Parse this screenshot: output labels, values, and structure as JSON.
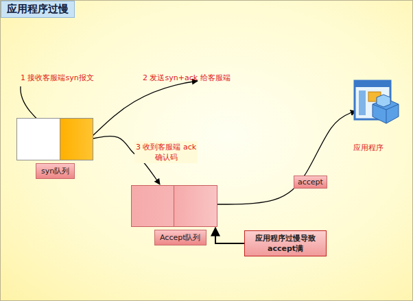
{
  "diagram": {
    "title": "应用程序过慢",
    "nodes": [
      {
        "text": [
          "syn队列"
        ]
      },
      {
        "text": [
          "Accept队列"
        ]
      },
      {
        "text": [
          "应用程序"
        ]
      },
      {
        "text": [
          "应用程序过慢导致 accept满"
        ]
      }
    ],
    "edges": [
      {
        "from": 0,
        "to": 1,
        "label": "3 收到客服端 ack确认码",
        "arrow": "to"
      },
      {
        "from": 1,
        "to": 2,
        "label": "accept",
        "arrow": "to"
      },
      {
        "from": 3,
        "to": 1,
        "arrow": "to"
      }
    ],
    "labels": [
      "1 接收客服端syn报文",
      "2 发送syn+ack 给客服端"
    ]
  }
}
